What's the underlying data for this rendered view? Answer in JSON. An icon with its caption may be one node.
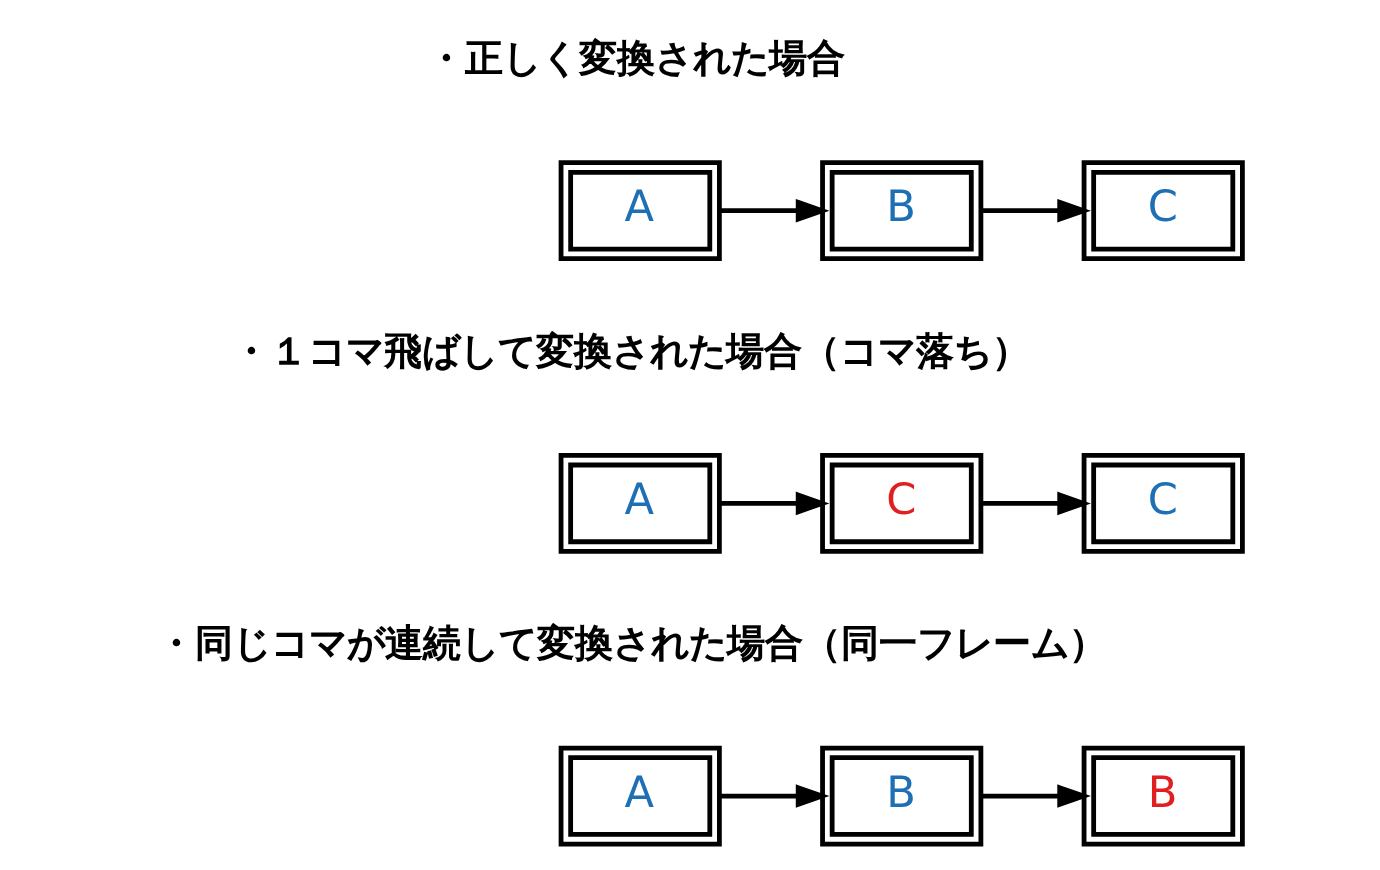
{
  "diagram": {
    "nodes": [
      {
        "text": [
          "A"
        ]
      },
      {
        "text": [
          "B"
        ]
      },
      {
        "text": [
          "C"
        ]
      },
      {
        "text": [
          "A"
        ]
      },
      {
        "text": [
          "C"
        ]
      },
      {
        "text": [
          "C"
        ]
      },
      {
        "text": [
          "A"
        ]
      },
      {
        "text": [
          "B"
        ]
      },
      {
        "text": [
          "B"
        ]
      }
    ],
    "edges": [
      {
        "from": 0,
        "to": 1,
        "arrow": "to"
      },
      {
        "from": 1,
        "to": 2,
        "arrow": "to"
      },
      {
        "from": 3,
        "to": 4,
        "arrow": "to"
      },
      {
        "from": 4,
        "to": 5,
        "arrow": "to"
      },
      {
        "from": 6,
        "to": 7,
        "arrow": "to"
      },
      {
        "from": 7,
        "to": 8,
        "arrow": "to"
      }
    ],
    "labels": [
      "・正しく変換された場合",
      "・１コマ飛ばして変換された場合（コマ落ち）",
      "・同じコマが連続して変換された場合（同一フレーム）"
    ]
  }
}
